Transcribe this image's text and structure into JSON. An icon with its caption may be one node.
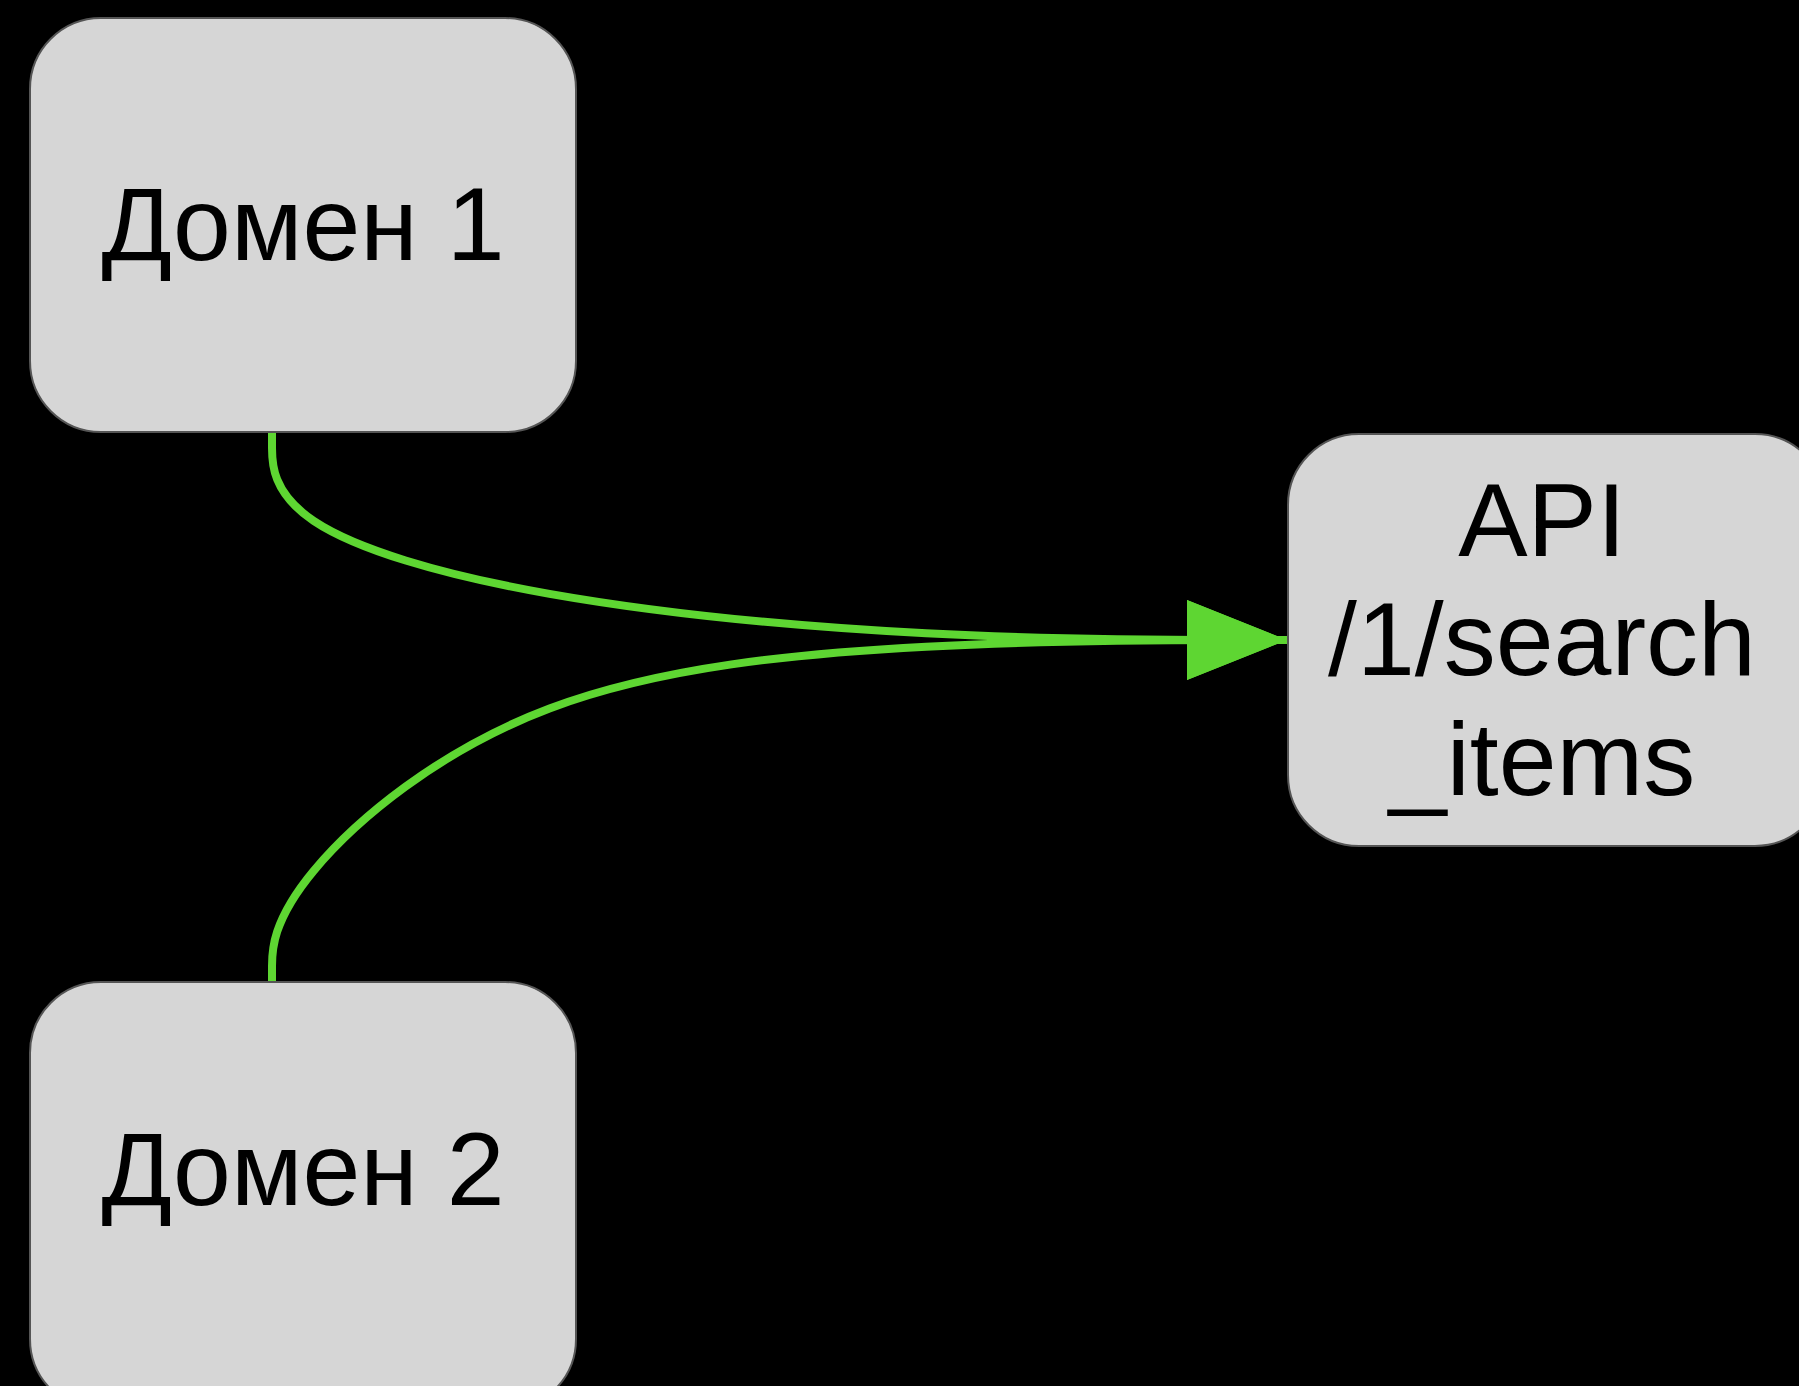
{
  "diagram": {
    "nodes": [
      {
        "text": [
          "Домен 1"
        ]
      },
      {
        "text": [
          "API /1/search _items"
        ]
      },
      {
        "text": [
          "Домен 2"
        ]
      }
    ],
    "edges": [
      {
        "from": 0,
        "to": 1,
        "arrow": "to"
      },
      {
        "from": 2,
        "to": 1,
        "arrow": "to"
      }
    ]
  }
}
